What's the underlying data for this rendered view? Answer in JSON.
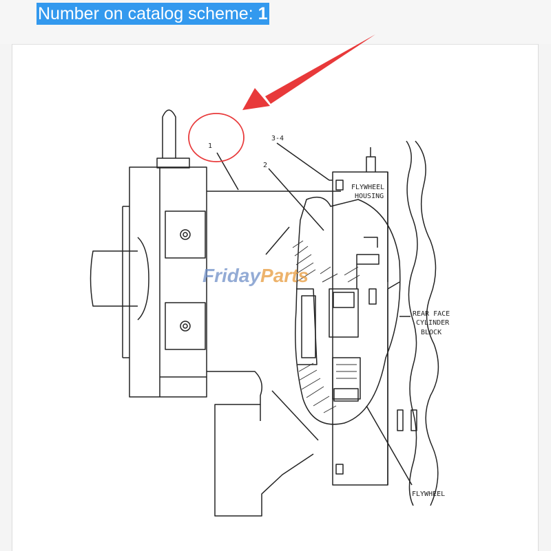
{
  "header": {
    "label": "Number on catalog scheme: ",
    "number": "1"
  },
  "diagram": {
    "callouts": {
      "c1": "1",
      "c2": "2",
      "c34": "3-4"
    },
    "labels": {
      "flywheel_housing_1": "FLYWHEEL",
      "flywheel_housing_2": "HOUSING",
      "rear_face_1": "REAR FACE",
      "rear_face_2": "CYLINDER",
      "rear_face_3": "BLOCK",
      "flywheel": "FLYWHEEL"
    },
    "watermark": {
      "part1": "Friday",
      "part2": "Parts"
    },
    "colors": {
      "annotation": "#e8393a",
      "watermark_blue": "#6f8fc8",
      "watermark_orange": "#e79a3b",
      "header_highlight": "#3399ee"
    }
  }
}
